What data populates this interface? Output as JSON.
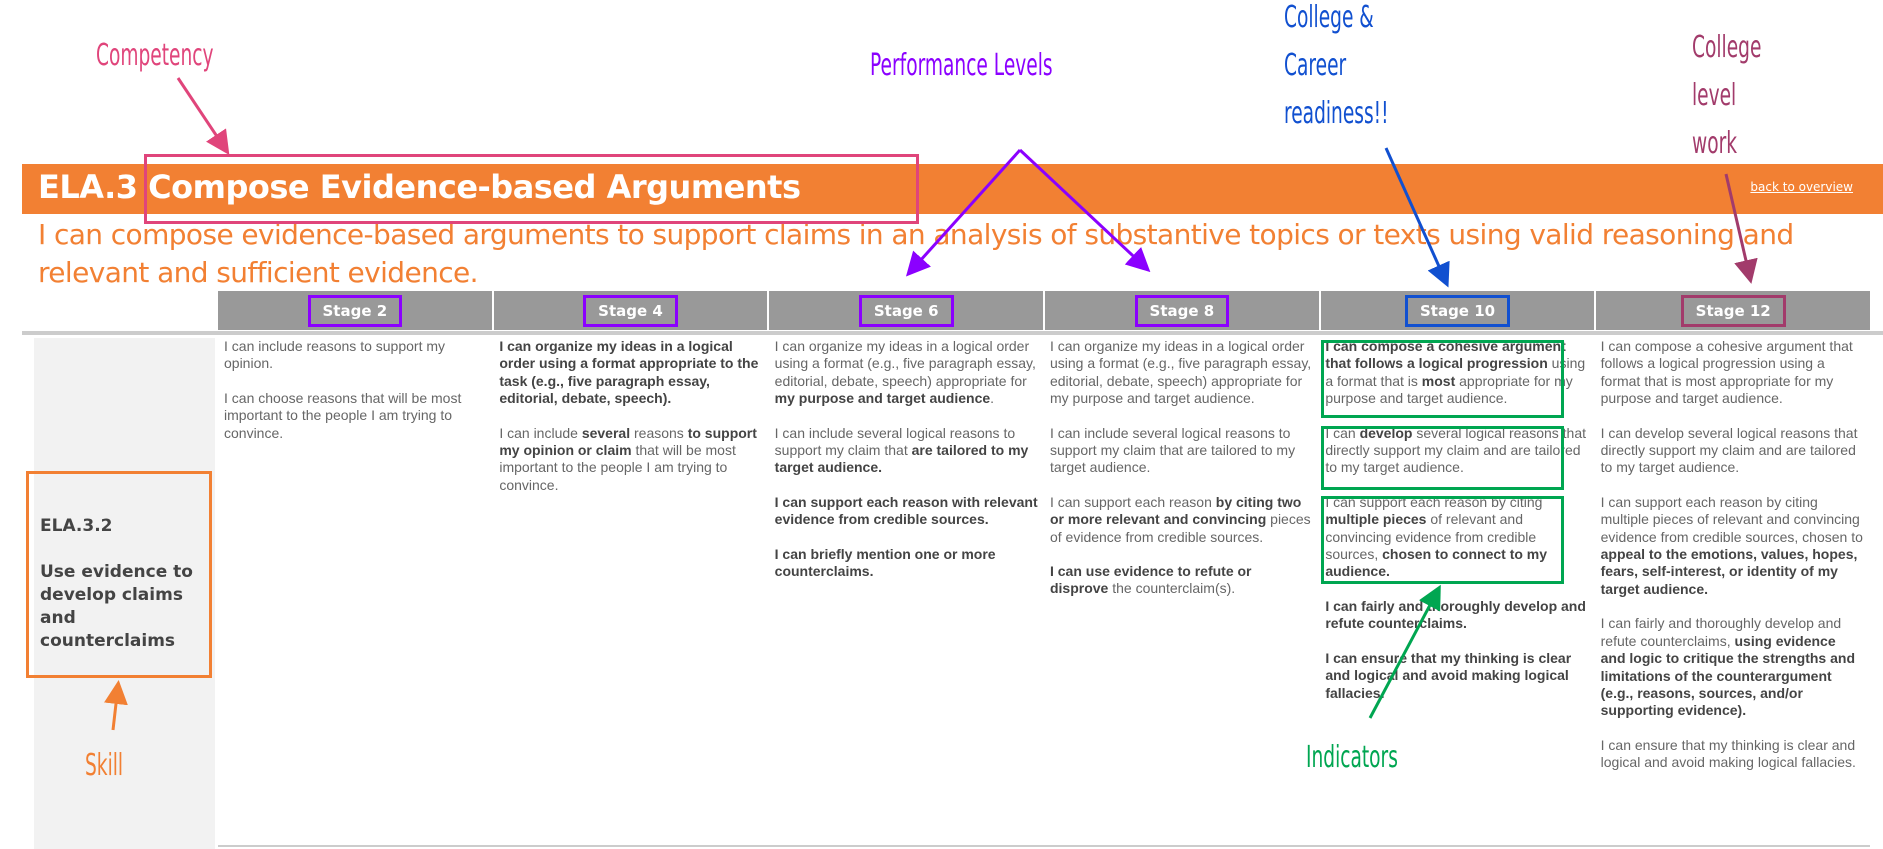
{
  "competency": {
    "title": "ELA.3 Compose Evidence-based Arguments",
    "back_link": "back to overview",
    "statement": "I can compose evidence-based arguments to support claims in an analysis of substantive topics or texts using valid reasoning and relevant and sufficient evidence."
  },
  "stages": [
    "Stage 2",
    "Stage 4",
    "Stage 6",
    "Stage 8",
    "Stage 10",
    "Stage 12"
  ],
  "skill": {
    "code": "ELA.3.2",
    "name": "Use evidence to develop claims and counterclaims"
  },
  "cells": [
    [
      [
        {
          "t": "I can include reasons to support my opinion."
        }
      ],
      [
        {
          "t": "I can choose reasons that will be most important to the people I am trying to convince."
        }
      ]
    ],
    [
      [
        {
          "t": "I can organize my ideas in a logical order using a format appropriate to the task (e.g., five paragraph essay, editorial, debate, speech).",
          "b": true
        }
      ],
      [
        {
          "t": "I can include "
        },
        {
          "t": "several",
          "b": true
        },
        {
          "t": " reasons "
        },
        {
          "t": "to support my opinion or claim",
          "b": true
        },
        {
          "t": " that will be most important to the people I am trying to convince."
        }
      ]
    ],
    [
      [
        {
          "t": "I can organize my ideas in a logical order using a format (e.g., five paragraph essay, editorial, debate, speech) appropriate for "
        },
        {
          "t": "my purpose and target audience",
          "b": true
        },
        {
          "t": "."
        }
      ],
      [
        {
          "t": "I can include several logical reasons to support my claim that "
        },
        {
          "t": "are tailored to my target audience.",
          "b": true
        }
      ],
      [
        {
          "t": "I can support each reason with relevant evidence from credible sources.",
          "b": true
        }
      ],
      [
        {
          "t": "I can briefly mention one or more counterclaims.",
          "b": true
        }
      ]
    ],
    [
      [
        {
          "t": "I can organize my ideas in a logical order using a format (e.g., five paragraph essay, editorial, debate, speech) appropriate for my purpose and target audience."
        }
      ],
      [
        {
          "t": "I can include several logical reasons to support my claim that are tailored to my target audience."
        }
      ],
      [
        {
          "t": "I can support each reason "
        },
        {
          "t": "by citing two or more relevant and convincing",
          "b": true
        },
        {
          "t": " pieces of evidence from credible sources."
        }
      ],
      [
        {
          "t": "I can use evidence to refute or disprove",
          "b": true
        },
        {
          "t": " the counterclaim(s)."
        }
      ]
    ],
    [
      [
        {
          "t": "I can compose a cohesive argument that follows a logical progression",
          "b": true
        },
        {
          "t": " using a format that is "
        },
        {
          "t": "most",
          "b": true
        },
        {
          "t": " appropriate for my purpose and target audience."
        }
      ],
      [
        {
          "t": "I can "
        },
        {
          "t": "develop",
          "b": true
        },
        {
          "t": " several logical reasons that directly support my claim and are tailored to my target audience."
        }
      ],
      [
        {
          "t": "I can support each reason by citing "
        },
        {
          "t": "multiple pieces",
          "b": true
        },
        {
          "t": " of relevant and convincing evidence from credible sources, "
        },
        {
          "t": "chosen to connect to my audience.",
          "b": true
        }
      ],
      [
        {
          "t": "I can fairly and thoroughly develop and refute counterclaims.",
          "b": true
        }
      ],
      [
        {
          "t": "I can ensure that my thinking is clear and logical and avoid making logical fallacies.",
          "b": true
        }
      ]
    ],
    [
      [
        {
          "t": "I can compose a cohesive argument that follows a logical progression using a format that is most appropriate for my purpose and target audience."
        }
      ],
      [
        {
          "t": "I can develop several logical reasons that directly support my claim and are tailored to my target audience."
        }
      ],
      [
        {
          "t": "I can support each reason by citing multiple pieces of relevant and convincing evidence from credible sources, chosen to "
        },
        {
          "t": "appeal to the emotions, values, hopes, fears, self-interest, or identity of my target audience.",
          "b": true
        }
      ],
      [
        {
          "t": "I can fairly and thoroughly develop and refute counterclaims, "
        },
        {
          "t": "using evidence and logic to critique the strengths and limitations of the counterargument (e.g., reasons, sources, and/or supporting evidence).",
          "b": true
        }
      ],
      [
        {
          "t": "I can ensure that my thinking is clear and logical and avoid making logical fallacies."
        }
      ]
    ]
  ],
  "annotations": {
    "competency": "Competency",
    "performance_levels": "Performance Levels",
    "college_career_1": "College &",
    "college_career_2": "Career",
    "college_career_3": "readiness!!",
    "college_level_1": "College",
    "college_level_2": "level",
    "college_level_3": "work",
    "indicators": "Indicators",
    "skill": "Skill"
  },
  "colors": {
    "orange": "#f28033",
    "pink": "#e0457b",
    "purple": "#8b00ff",
    "blue": "#1150d0",
    "maroon": "#a23b6b",
    "green": "#00a651",
    "stage_gray": "#999999"
  }
}
